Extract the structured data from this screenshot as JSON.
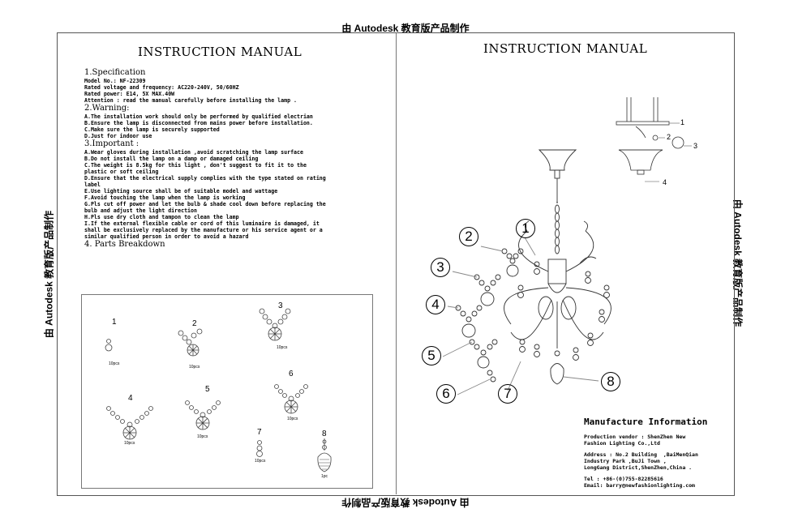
{
  "watermark": "由 Autodesk 教育版产品制作",
  "left": {
    "title": "INSTRUCTION MANUAL",
    "spec_heading": "1.Specification",
    "spec_lines": [
      "Model No.: NF-22309",
      "Rated voltage and frequency: AC220-240V, 50/60HZ",
      "Rated power: E14, 5X MAX.40W",
      "Attention : read the manual carefully before installing the lamp ."
    ],
    "warning_heading": "2.Warning:",
    "warning_lines": [
      "A.The installation work should only be performed by qualified electrian",
      "B.Ensure the lamp is disconnected from mains power before installation.",
      "C.Make sure the lamp is securely supported",
      "D.Just for indoor use"
    ],
    "important_heading": "3.Important :",
    "important_lines": [
      "A.Wear gloves during installation ,avoid scratching the lamp surface",
      "B.Do not install the lamp on a damp or damaged ceiling",
      "C.The weight is 8.5kg for this light , don't suggest to fit it to the",
      "plastic or soft ceiling",
      "D.Ensure that the electrical supply complies with the type stated on rating",
      "label",
      "E.Use lighting source shall be of suitable model and wattage",
      "F.Avoid touching the lamp when the lamp is working",
      "G.Pls cut off power and let the bulb & shade cool down before replacing the",
      "bulb and adjust the light direction",
      "H.Pls use dry cloth and tampon to clean the lamp",
      "I.If the external flexible cable or cord of this luminaire is damaged, it",
      "shall be exclusively replaced by the manufacture or his service agent or a",
      "similar qualified person in order to avoid a hazard"
    ],
    "parts_heading": "4. Parts Breakdown",
    "parts": [
      {
        "num": "1",
        "qty": "10pcs"
      },
      {
        "num": "2",
        "qty": "10pcs"
      },
      {
        "num": "3",
        "qty": "10pcs"
      },
      {
        "num": "4",
        "qty": "10pcs"
      },
      {
        "num": "5",
        "qty": "10pcs"
      },
      {
        "num": "6",
        "qty": "10pcs"
      },
      {
        "num": "7",
        "qty": "10pcs"
      },
      {
        "num": "8",
        "qty": "1pc"
      }
    ]
  },
  "right": {
    "title": "INSTRUCTION MANUAL",
    "callouts": [
      "1",
      "2",
      "3",
      "4",
      "5",
      "6",
      "7",
      "8"
    ],
    "detail_labels": [
      "1",
      "2",
      "3",
      "4"
    ],
    "manufacture": {
      "heading": "Manufacture Information",
      "lines": [
        "Production vendor : ShenZhen New",
        "Fashion Lighting Co.,Ltd",
        "",
        "Address : No.2 Building  ,BaiMenQian",
        "Industry Park ,BuJi Town ,",
        "LongGang District,ShenZhen,China .",
        "",
        "Tel : +86-(0)755-82285616",
        "Email: barry@newfashionlighting.com"
      ]
    }
  }
}
